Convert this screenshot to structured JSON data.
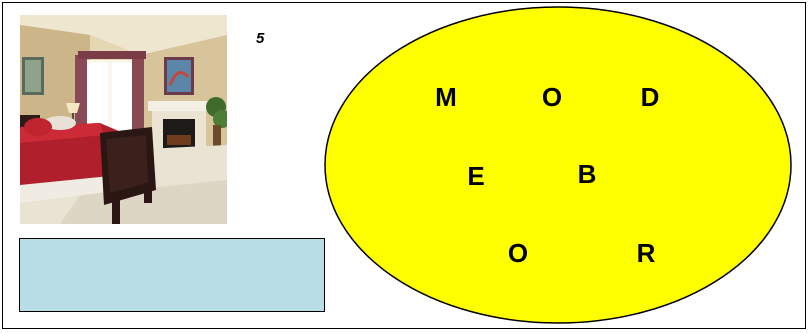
{
  "page": {
    "number": "5"
  },
  "image": {
    "subject": "bedroom-photo"
  },
  "answer_box": {
    "value": "",
    "color": "#b9dde6"
  },
  "ellipse": {
    "color": "#ffff00",
    "letters": [
      "M",
      "O",
      "D",
      "E",
      "B",
      "O",
      "R"
    ]
  }
}
